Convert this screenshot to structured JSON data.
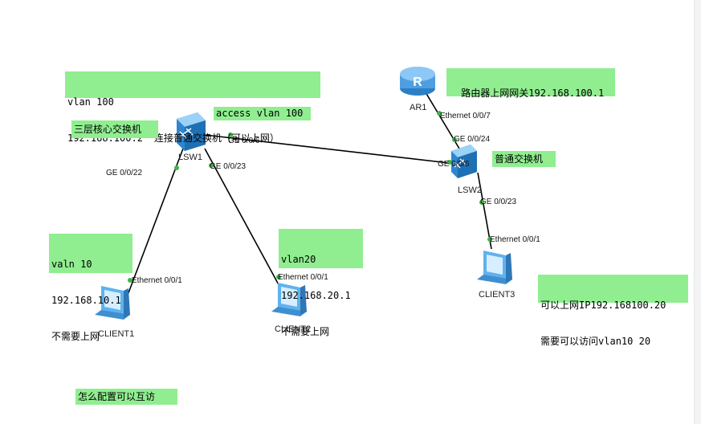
{
  "devices": {
    "ar1": "AR1",
    "lsw1": "LSW1",
    "lsw2": "LSW2",
    "client1": "CLIENT1",
    "client2": "CLIENT2",
    "client3": "CLIENT3"
  },
  "ports": {
    "ar1_eth": "Ethernet 0/0/7",
    "lsw2_ge24": "GE 0/0/24",
    "lsw1_ge6": "GE 0/0/6",
    "lsw2_ge6": "GE 0/0/6",
    "lsw1_ge22": "GE 0/0/22",
    "lsw1_ge23": "GE 0/0/23",
    "lsw2_ge23": "GE 0/0/23",
    "client1_eth": "Ethernet 0/0/1",
    "client2_eth": "Ethernet 0/0/1",
    "client3_eth": "Ethernet 0/0/1"
  },
  "notes": {
    "lsw1_vlan_l1": "vlan 100",
    "lsw1_vlan_l2a": "192.168.100.2",
    "lsw1_vlan_l2b": "连接普通交换机（可以上网）",
    "access": "access vlan 100",
    "core": "三层核心交换机",
    "router_a": "路由器上网网关",
    "router_b": "192.168.100.1",
    "normal_switch": "普通交换机",
    "c1_l1": "valn 10",
    "c1_l2": "192.168.10.1",
    "c1_l3": "不需要上网",
    "c2_l1": "vlan20",
    "c2_l2": "192.168.20.1",
    "c2_l3": "不需要上网",
    "c3_l1a": "可以上网",
    "c3_l1b": "IP192.168100.20",
    "c3_l2a": "需要可以访问",
    "c3_l2b": "vlan10 20",
    "question": "怎么配置可以互访"
  },
  "colors": {
    "note_bg": "#90ee90",
    "link": "#000000",
    "port_dot": "#3cb64a",
    "switch_blue": "#4aa3e0",
    "router_blue": "#5aa8e6"
  },
  "icons": {
    "router": "router-icon",
    "switch": "switch-icon",
    "pc": "pc-icon"
  }
}
